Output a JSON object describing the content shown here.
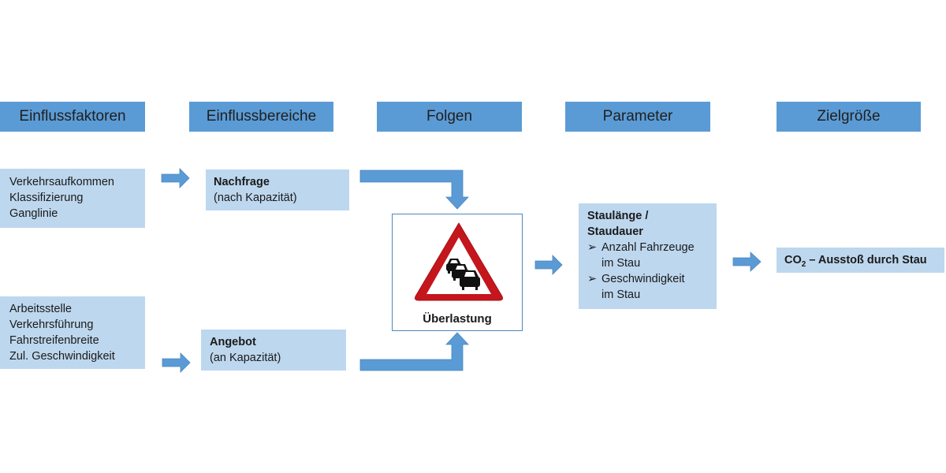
{
  "headers": {
    "einflussfaktoren": "Einflussfaktoren",
    "einflussbereiche": "Einflussbereiche",
    "folgen": "Folgen",
    "parameter": "Parameter",
    "zielgroesse": "Zielgröße"
  },
  "factors_top": [
    "Verkehrsaufkommen",
    "Klassifizierung",
    "Ganglinie"
  ],
  "factors_bottom": [
    "Arbeitsstelle",
    "Verkehrsführung",
    "Fahrstreifenbreite",
    "Zul. Geschwindigkeit"
  ],
  "demand": {
    "title": "Nachfrage",
    "subtitle": "(nach Kapazität)"
  },
  "supply": {
    "title": "Angebot",
    "subtitle": "(an Kapazität)"
  },
  "consequence": {
    "label": "Überlastung",
    "icon": "traffic-jam-warning-sign"
  },
  "parameter": {
    "title_line1": "Staulänge /",
    "title_line2": "Staudauer",
    "bullet_marker": "➢",
    "bullets": [
      {
        "line1": "Anzahl Fahrzeuge",
        "line2": "im Stau"
      },
      {
        "line1": "Geschwindigkeit",
        "line2": "im Stau"
      }
    ]
  },
  "target": {
    "co": "CO",
    "sub": "2",
    "rest": " – Ausstoß durch Stau"
  },
  "colors": {
    "header": "#5b9bd5",
    "box": "#bdd7ee",
    "arrow": "#5b9bd5",
    "sign_red": "#c4161c"
  }
}
